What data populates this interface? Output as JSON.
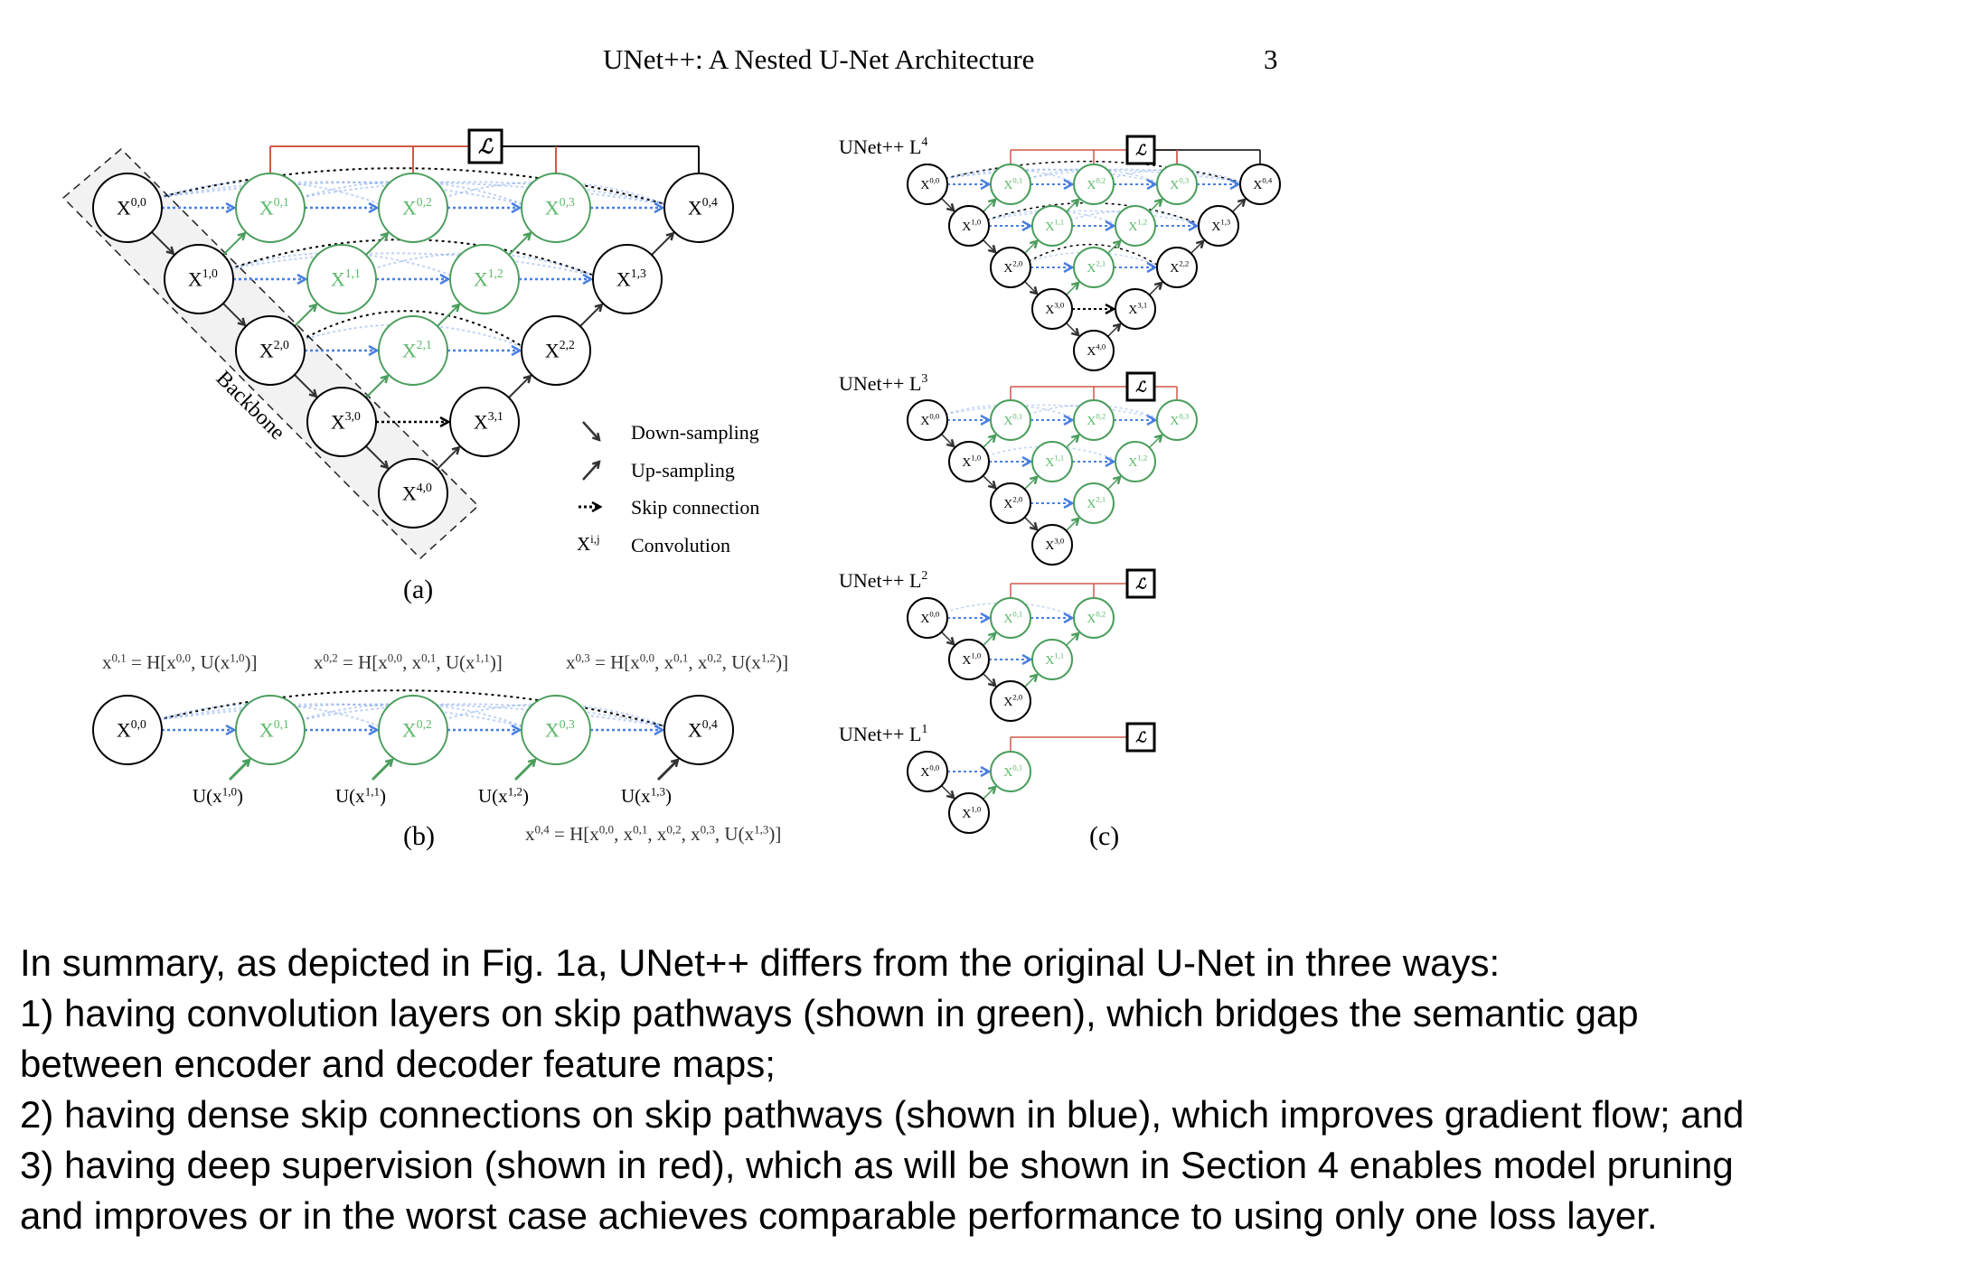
{
  "header": {
    "title": "UNet++: A Nested U-Net Architecture",
    "page_number": "3"
  },
  "colors": {
    "green": "#4a9e5c",
    "green_text": "#5cb86a",
    "blue": "#4a7fe0",
    "red": "#d0594a",
    "dark": "#333333",
    "black": "#000000",
    "backbone_fill": "#f2f2f2"
  },
  "loss_symbol": "ℒ",
  "node_symbol": "X",
  "fig_a": {
    "caption": "(a)",
    "backbone_label": "Backbone",
    "legend": [
      {
        "icon": "down-arrow-icon",
        "label": "Down-sampling"
      },
      {
        "icon": "up-arrow-icon",
        "label": "Up-sampling"
      },
      {
        "icon": "dotted-arrow-icon",
        "label": "Skip connection"
      },
      {
        "symbol": "X",
        "sup": "i,j",
        "label": "Convolution"
      }
    ]
  },
  "fig_b": {
    "caption": "(b)",
    "formulas": [
      [
        [
          "x",
          "0,1"
        ],
        [
          " = H[x",
          "0,0"
        ],
        [
          ", U(x",
          "1,0"
        ],
        [
          ")]",
          ""
        ]
      ],
      [
        [
          "x",
          "0,2"
        ],
        [
          " = H[x",
          "0,0"
        ],
        [
          ", x",
          "0,1"
        ],
        [
          ", U(x",
          "1,1"
        ],
        [
          ")]",
          ""
        ]
      ],
      [
        [
          "x",
          "0,3"
        ],
        [
          " = H[x",
          "0,0"
        ],
        [
          ", x",
          "0,1"
        ],
        [
          ", x",
          "0,2"
        ],
        [
          ", U(x",
          "1,2"
        ],
        [
          ")]",
          ""
        ]
      ],
      [
        [
          "x",
          "0,4"
        ],
        [
          " = H[x",
          "0,0"
        ],
        [
          ", x",
          "0,1"
        ],
        [
          ", x",
          "0,2"
        ],
        [
          ", x",
          "0,3"
        ],
        [
          ", U(x",
          "1,3"
        ],
        [
          ")]",
          ""
        ]
      ]
    ],
    "upsample_labels": [
      [
        [
          "U(x",
          "1,0"
        ],
        [
          ")",
          ""
        ]
      ],
      [
        [
          "U(x",
          "1,1"
        ],
        [
          ")",
          ""
        ]
      ],
      [
        [
          "U(x",
          "1,2"
        ],
        [
          ")",
          ""
        ]
      ],
      [
        [
          "U(x",
          "1,3"
        ],
        [
          ")",
          ""
        ]
      ]
    ]
  },
  "fig_c": {
    "caption": "(c)",
    "variants": [
      {
        "title": "UNet++ L",
        "sup": "4",
        "depth": 4
      },
      {
        "title": "UNet++ L",
        "sup": "3",
        "depth": 3
      },
      {
        "title": "UNet++ L",
        "sup": "2",
        "depth": 2
      },
      {
        "title": "UNet++ L",
        "sup": "1",
        "depth": 1
      }
    ]
  },
  "body": {
    "lines": [
      "In summary, as depicted in Fig. 1a, UNet++ differs from the original U-Net in three ways:",
      "1) having convolution layers on skip pathways (shown in green), which bridges the semantic gap",
      "between encoder and decoder feature maps;",
      "2) having dense skip connections on skip pathways (shown in blue), which improves gradient flow; and",
      "3) having deep supervision (shown in red), which as will be shown in Section 4 enables model pruning",
      "and improves or in the worst case achieves comparable performance to using only one loss layer."
    ]
  }
}
